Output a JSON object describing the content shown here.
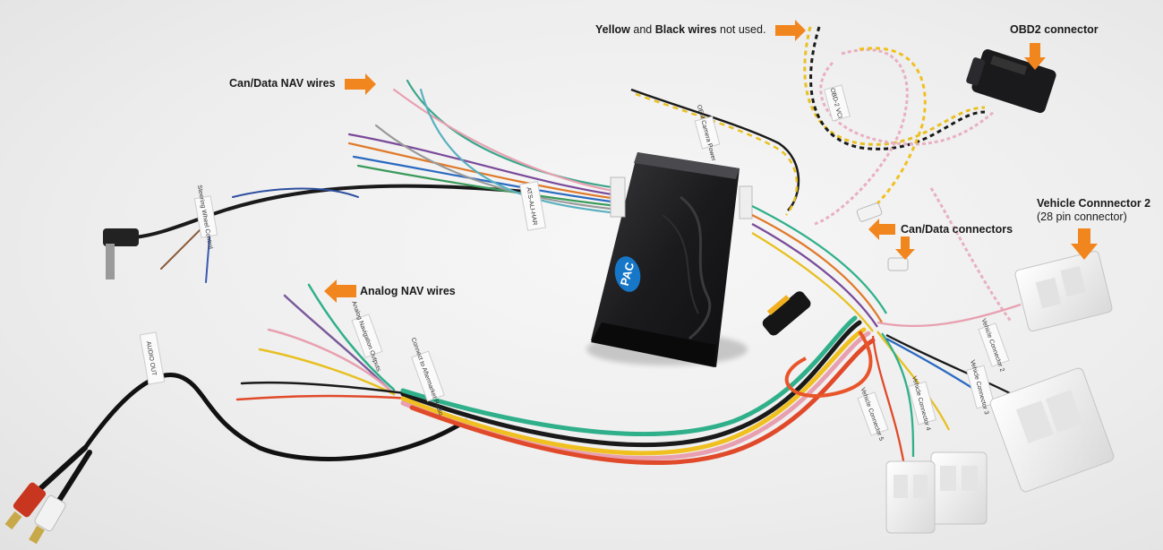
{
  "annotations": {
    "unused_wires": {
      "part1": "Yellow",
      "part2": " and ",
      "part3": "Black wires",
      "part4": " not used."
    },
    "obd2": "OBD2 connector",
    "can_nav": "Can/Data NAV wires",
    "can_connectors": "Can/Data connectors",
    "vehicle_connector2": {
      "title": "Vehicle Connnector 2",
      "subtitle": "(28 pin connector)"
    },
    "analog_nav": "Analog NAV wires"
  },
  "module_logo": "PAC",
  "harness_tags": {
    "rca_tag": "AUDIO OUT",
    "jack_tag": "Steering Wheel Control",
    "module_tag": "ATS-ALI-HAR",
    "camera_tag": "OEM Camera Power",
    "obd_tag": "OBD-2 VCI",
    "analog_tag": "Analog Navigation Outputs",
    "amp_tag": "Connect to Aftermarket Radio",
    "vc2_tag": "Vehicle Connector 2",
    "vc3_tag": "Vehicle Connector 3",
    "vc4_tag": "Vehicle Connector 4",
    "vc5_tag": "Vehicle Connector 5"
  },
  "colors": {
    "arrow": "#f2861e",
    "module": "#1f1f22",
    "logo": "#1677c8"
  }
}
